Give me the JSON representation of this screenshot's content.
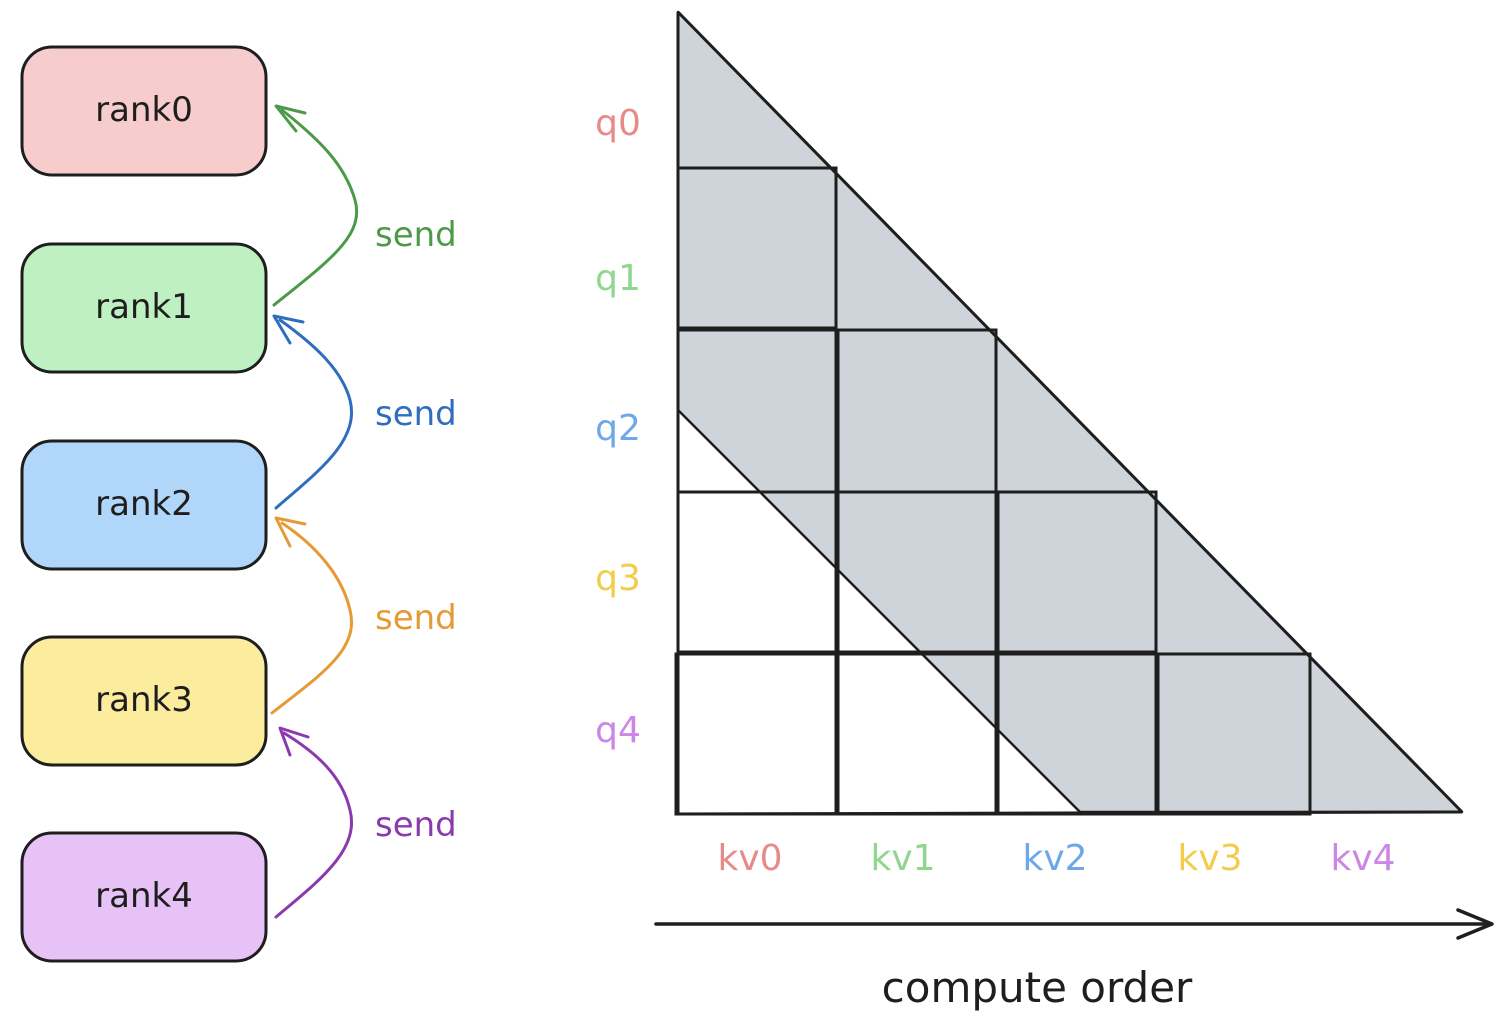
{
  "colors": {
    "stroke": "#1e1e1e",
    "shade": "#ced4da",
    "red": "#e88a8a",
    "green": "#8fd68f",
    "blue": "#6ea8e8",
    "yellow": "#f2cc4a",
    "purple": "#cc86e6",
    "send_green": "#4c9a48",
    "send_blue": "#2f6dbf",
    "send_orange": "#e59a35",
    "send_purple": "#8a3aad"
  },
  "ranks": [
    {
      "label": "rank0",
      "fill": "#f6cccc"
    },
    {
      "label": "rank1",
      "fill": "#bff0c2"
    },
    {
      "label": "rank2",
      "fill": "#b0d6fa"
    },
    {
      "label": "rank3",
      "fill": "#fcec9e"
    },
    {
      "label": "rank4",
      "fill": "#e6c2f6"
    }
  ],
  "sends": [
    {
      "label": "send",
      "color": "#4c9a48"
    },
    {
      "label": "send",
      "color": "#2f6dbf"
    },
    {
      "label": "send",
      "color": "#e59a35"
    },
    {
      "label": "send",
      "color": "#8a3aad"
    }
  ],
  "q_labels": [
    {
      "label": "q0",
      "color": "#e88a8a"
    },
    {
      "label": "q1",
      "color": "#8fd68f"
    },
    {
      "label": "q2",
      "color": "#6ea8e8"
    },
    {
      "label": "q3",
      "color": "#f2cc4a"
    },
    {
      "label": "q4",
      "color": "#cc86e6"
    }
  ],
  "kv_labels": [
    {
      "label": "kv0",
      "color": "#e88a8a"
    },
    {
      "label": "kv1",
      "color": "#8fd68f"
    },
    {
      "label": "kv2",
      "color": "#6ea8e8"
    },
    {
      "label": "kv3",
      "color": "#f2cc4a"
    },
    {
      "label": "kv4",
      "color": "#cc86e6"
    }
  ],
  "compute_order": "compute order"
}
